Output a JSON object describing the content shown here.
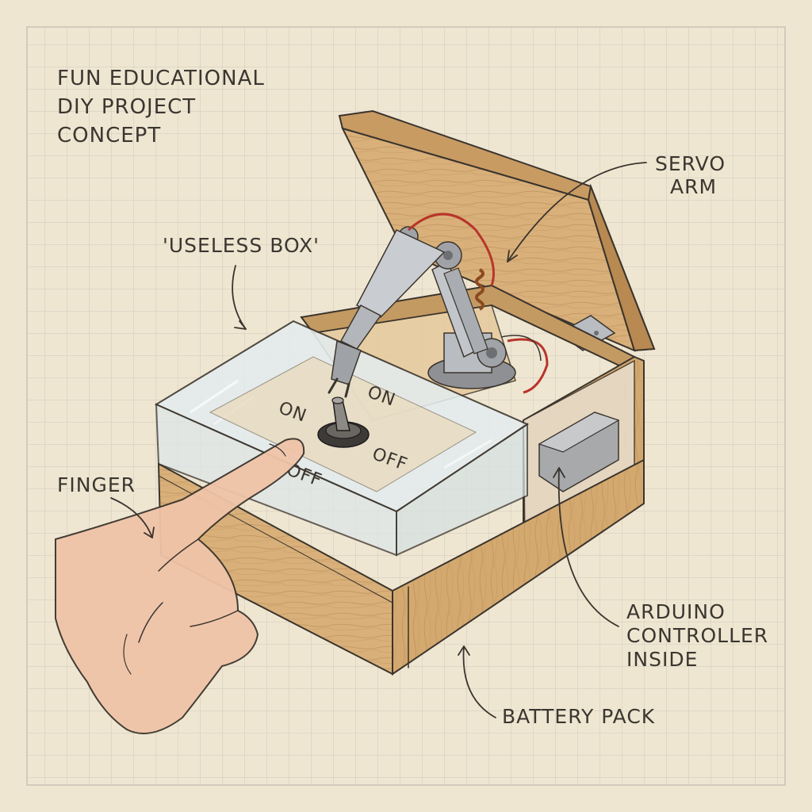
{
  "title_lines": [
    "FUN EDUCATIONAL",
    "DIY PROJECT",
    "CONCEPT"
  ],
  "labels": {
    "useless_box": "'USELESS BOX'",
    "servo_arm": [
      "SERVO",
      "ARM"
    ],
    "finger": "FINGER",
    "arduino": [
      "ARDUINO",
      "CONTROLLER",
      "INSIDE"
    ],
    "battery": "BATTERY PACK"
  },
  "switch_labels": {
    "on_left": "ON",
    "on_right": "ON",
    "off_left": "OFF",
    "off_right": "OFF"
  },
  "colors": {
    "paper": "#efe6d2",
    "grid": "#c9c2b4",
    "ink": "#3a342d",
    "wood": "#d9b07a",
    "wood_dark": "#c0915a",
    "acrylic": "#dfe9ec",
    "skin": "#f0c4a8",
    "wire_red": "#b8352a",
    "metal": "#b9bcc0"
  }
}
